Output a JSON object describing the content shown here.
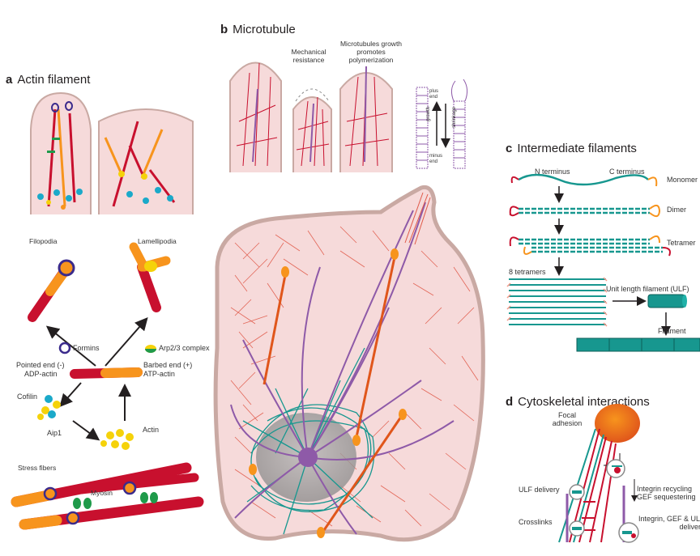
{
  "panels": {
    "a": {
      "letter": "a",
      "title": "Actin filament"
    },
    "b": {
      "letter": "b",
      "title": "Microtubule"
    },
    "c": {
      "letter": "c",
      "title": "Intermediate filaments"
    },
    "d": {
      "letter": "d",
      "title": "Cytoskeletal interactions"
    }
  },
  "actin": {
    "filopodia": "Filopodia",
    "lamellipodia": "Lamellipodia",
    "formins": "Formins",
    "arp": "Arp2/3 complex",
    "pointed_1": "Pointed end (-)",
    "pointed_2": "ADP-actin",
    "barbed_1": "Barbed end (+)",
    "barbed_2": "ATP-actin",
    "cofilin": "Cofilin",
    "aip1": "Aip1",
    "actin": "Actin",
    "stress_fibers": "Stress fibers",
    "myosin": "Myosin"
  },
  "micro": {
    "mech_1": "Mechanical",
    "mech_2": "resistance",
    "growth_1": "Microtubules growth",
    "growth_2": "promotes",
    "growth_3": "polymerization",
    "plus_1": "plus",
    "plus_2": "end",
    "minus_1": "minus",
    "minus_2": "end",
    "growth": "growth",
    "shrinkage": "shrinkage"
  },
  "inter": {
    "n_terminus": "N terminus",
    "c_terminus": "C terminus",
    "monomer": "Monomer",
    "dimer": "Dimer",
    "tetramer": "Tetramer",
    "tetramers8": "8 tetramers",
    "ulf": "Unit length filament (ULF)",
    "filament": "Filament"
  },
  "interactions": {
    "focal_1": "Focal",
    "focal_2": "adhesion",
    "ulf_delivery": "ULF delivery",
    "integrin_rec_1": "Integrin recycling",
    "integrin_rec_2": "GEF sequestering",
    "crosslinks": "Crosslinks",
    "delivery_1": "Integrin, GEF & ULF",
    "delivery_2": "delivery"
  },
  "colors": {
    "actin_red": "#c8102e",
    "actin_orange": "#f7941d",
    "microtubule_purple": "#8e5aa8",
    "if_teal": "#17978f",
    "cell_fill": "#f6dada",
    "cell_border": "#c9a9a3",
    "cofilin_cyan": "#1ba9c9",
    "arp_yellow": "#f5d20a",
    "formin_purple": "#3b2b8c",
    "myosin_green": "#1f9a4a"
  }
}
